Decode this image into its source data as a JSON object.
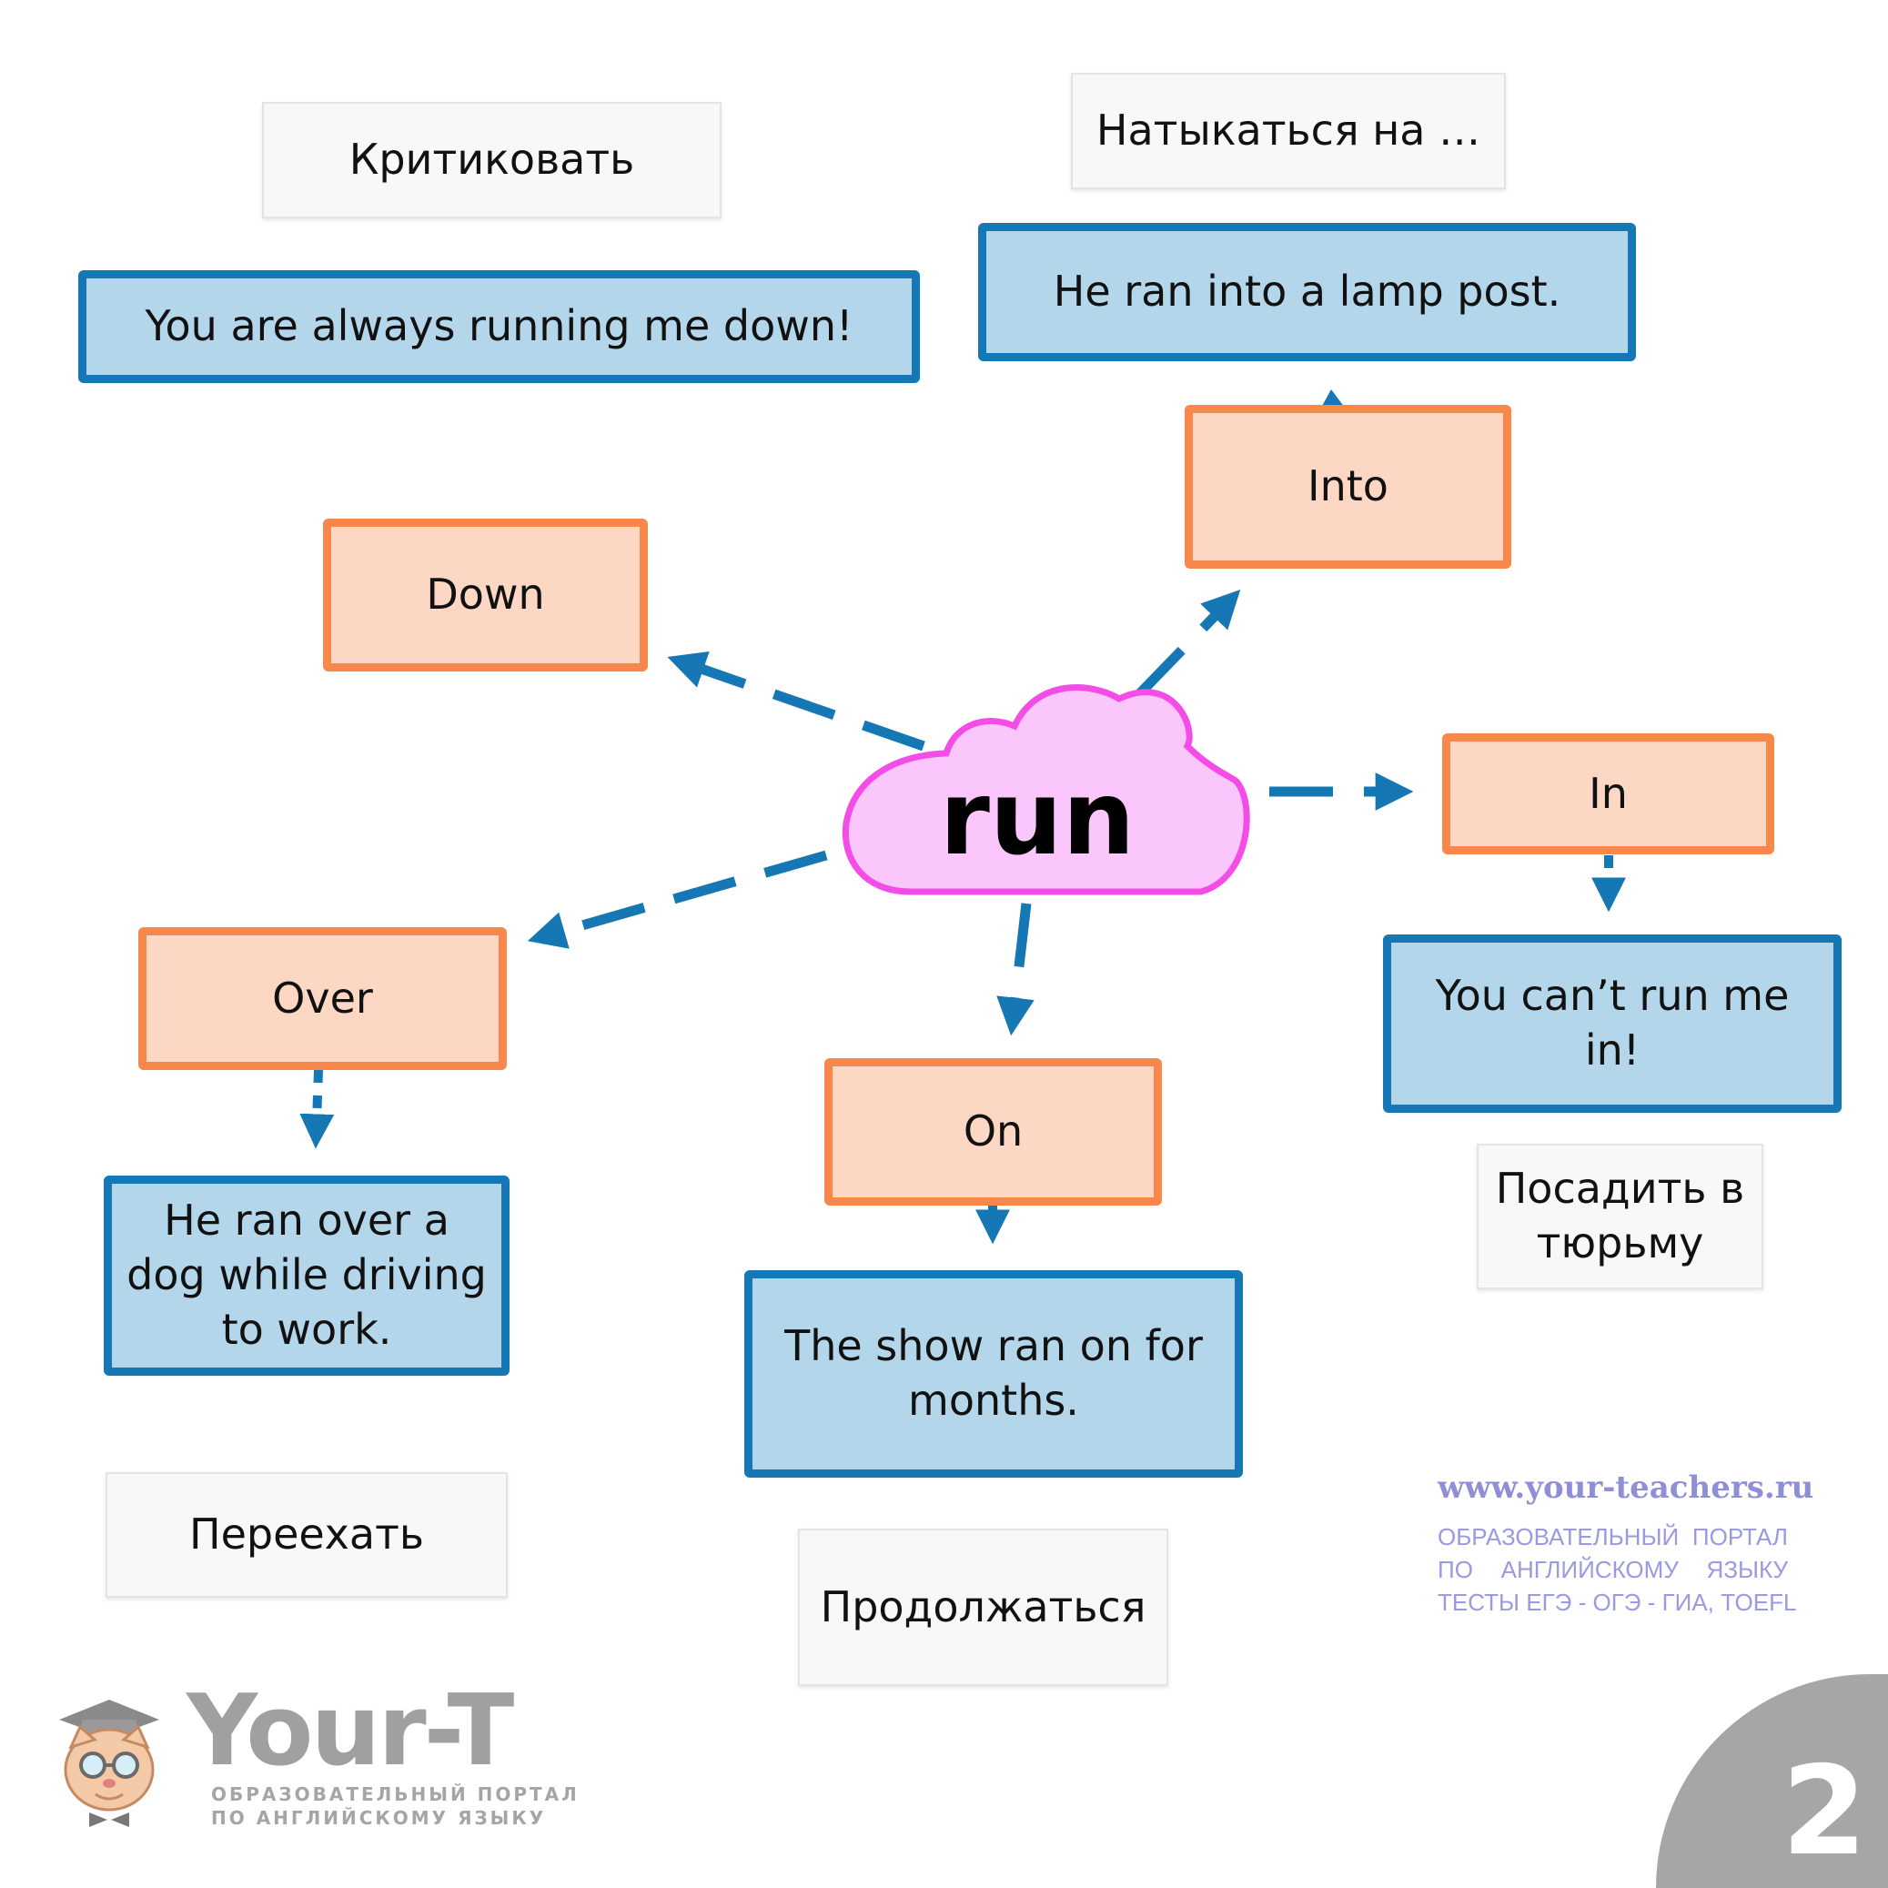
{
  "center_word": "run",
  "particles": {
    "down": "Down",
    "into": "Into",
    "in": "In",
    "over": "Over",
    "on": "On"
  },
  "examples": {
    "down": "You are always running me down!",
    "into": "He ran into a lamp post.",
    "in": "You can’t run me in!",
    "over": "He ran over a dog while driving to work.",
    "on": "The show ran on for months."
  },
  "translations": {
    "down": "Критиковать",
    "into": "Натыкаться на …",
    "in": "Посадить в тюрьму",
    "over": "Переехать",
    "on": "Продолжаться"
  },
  "footer": {
    "url": "www.your-teachers.ru",
    "line1": "ОБРАЗОВАТЕЛЬНЫЙ ПОРТАЛ",
    "line2": "ПО АНГЛИЙСКОМУ ЯЗЫКУ",
    "line3": "ТЕСТЫ ЕГЭ - ОГЭ - ГИА, TOEFL"
  },
  "logo": {
    "wordmark": "Your-T",
    "sub1": "ОБРАЗОВАТЕЛЬНЫЙ ПОРТАЛ",
    "sub2": "ПО АНГЛИЙСКОМУ ЯЗЫКУ"
  },
  "page_number": "2",
  "colors": {
    "arrow": "#1577b4",
    "particle_border": "#f7874b",
    "particle_fill": "#fcd8c4",
    "example_border": "#1577b4",
    "example_fill": "#b4d6ea",
    "cloud_border": "#f44ce6",
    "cloud_fill": "#fbc6fb"
  }
}
